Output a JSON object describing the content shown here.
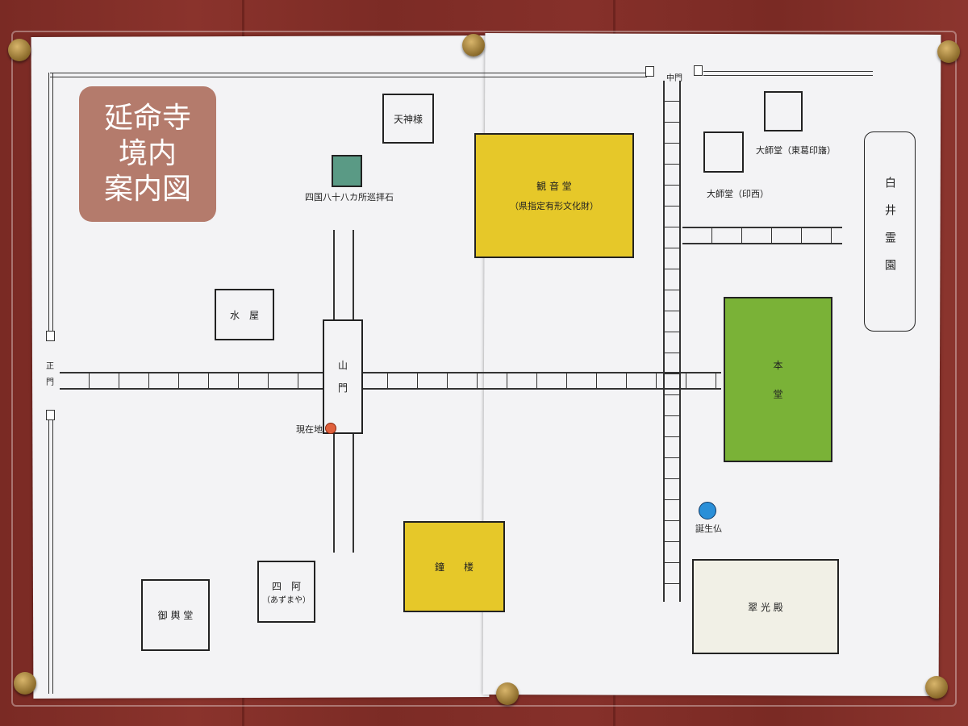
{
  "map": {
    "title_lines": [
      "延命寺",
      "境内",
      "案内図"
    ],
    "buildings": {
      "tenjinsha": "天神様",
      "henro_stone": "四国八十八カ所巡拝石",
      "kannondo": "観 音 堂",
      "kannondo_note": "（県指定有形文化財）",
      "mizuya": "水　屋",
      "sanmon": "山\n\n門",
      "shoro": "鐘　　楼",
      "azumaya": "四　阿",
      "azumaya_note": "（あずまや）",
      "mikoshido": "御 輿 堂",
      "daishido_katsushika": "大師堂（東葛印旛）",
      "daishido_inzai": "大師堂（印西）",
      "hondo": "本\n\n\n堂",
      "tanjobutsu": "誕生仏",
      "suikoden": "翠 光 殿",
      "cemetery": "白井霊園"
    },
    "gates": {
      "main_gate": "正\n\n門",
      "middle_gate": "中門"
    },
    "markers": {
      "current_location": "現在地"
    },
    "colors": {
      "title_bg": "#b47b6c",
      "yellow": "#e6c829",
      "green": "#7ab237",
      "teal": "#5a9a85",
      "current_dot": "#e0603c",
      "buddha_dot": "#2a8fd8"
    }
  }
}
